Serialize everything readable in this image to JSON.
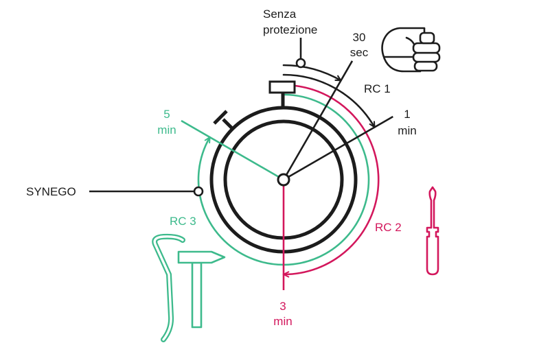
{
  "colors": {
    "black": "#1c1c1c",
    "green": "#3dba8c",
    "red": "#d3175c"
  },
  "labels": {
    "no_protection": {
      "line1": "Senza",
      "line2": "protezione"
    },
    "t30sec": {
      "value": "30",
      "unit": "sec"
    },
    "t1min": {
      "value": "1",
      "unit": "min"
    },
    "t3min": {
      "value": "3",
      "unit": "min"
    },
    "t5min": {
      "value": "5",
      "unit": "min"
    },
    "rc1": "RC 1",
    "rc2": "RC 2",
    "rc3": "RC 3",
    "synego": "SYNEGO"
  },
  "time_marks": [
    {
      "id": "t30sec",
      "label": "30 sec",
      "minutes": 0.5,
      "color": "black"
    },
    {
      "id": "t1min",
      "label": "1 min",
      "minutes": 1,
      "color": "black"
    },
    {
      "id": "t3min",
      "label": "3 min",
      "minutes": 3,
      "color": "red"
    },
    {
      "id": "t5min",
      "label": "5 min",
      "minutes": 5,
      "color": "green"
    }
  ],
  "protection_levels": [
    {
      "id": "no_protection",
      "name": "Senza protezione",
      "resistance_minutes": 0.5,
      "color": "black",
      "tool_icon": ""
    },
    {
      "id": "rc1",
      "name": "RC 1",
      "resistance_minutes": 1,
      "color": "black",
      "tool_icon": "fist-icon"
    },
    {
      "id": "rc2",
      "name": "RC 2",
      "resistance_minutes": 3,
      "color": "red",
      "tool_icon": "screwdriver-icon"
    },
    {
      "id": "rc3",
      "name": "RC 3",
      "resistance_minutes": 5,
      "color": "green",
      "tool_icon": "crowbar-and-hammer-icons"
    }
  ],
  "synego": {
    "label": "SYNEGO",
    "points_to": "RC 3"
  },
  "icons": [
    "stopwatch-icon",
    "fist-icon",
    "screwdriver-icon",
    "crowbar-icon",
    "hammer-icon"
  ]
}
